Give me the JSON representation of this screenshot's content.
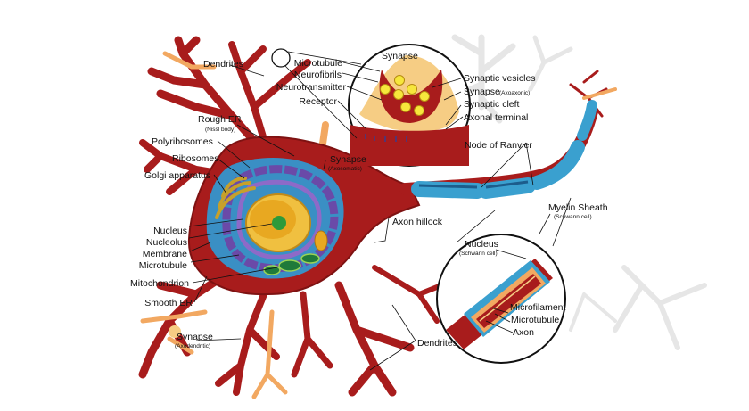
{
  "colors": {
    "background": "#ffffff",
    "cytoplasm": "#a81c1c",
    "cytoplasm_dark": "#7e1212",
    "dendrite_orange": "#f2a861",
    "ghost_neuron": "#e4e4e4",
    "myelin": "#3aa0cf",
    "myelin_dark": "#1c5d8c",
    "nucleus_inner": "#e8a821",
    "nucleolus": "#2e9a3a",
    "er_purple": "#6a4aa8",
    "golgi": "#c7a02a",
    "mito_green": "#1f7a3a",
    "synaptic_orange": "#f6cd84",
    "vesicle_yellow": "#f6e63c"
  },
  "labels": {
    "dendrites_top": "Dendrites",
    "rough_er": "Rough ER",
    "rough_er_sub": "(Nissl body)",
    "polyribosomes": "Polyribosomes",
    "ribosomes": "Ribosomes",
    "golgi": "Golgi apparatus",
    "nucleus": "Nucleus",
    "nucleolus": "Nucleolus",
    "membrane": "Membrane",
    "microtubule_cell": "Microtubule",
    "mitochondrion": "Mitochondrion",
    "smooth_er": "Smooth ER",
    "synapse_axodendritic": "Synapse",
    "synapse_axodendritic_sub": "(Axodendritic)",
    "synapse_axosomatic": "Synapse",
    "synapse_axosomatic_sub": "(Axosomatic)",
    "axon_hillock": "Axon hillock",
    "dendrites_bottom": "Dendrites",
    "microtubule_inset": "Microtubule",
    "neurofibrils": "Neurofibrils",
    "neurotransmitter": "Neurotransmitter",
    "receptor": "Receptor",
    "synapse_inset": "Synapse",
    "synaptic_vesicles": "Synaptic vesicles",
    "synapse_axoaxonic": "Synapse",
    "synapse_axoaxonic_sub": "(Axoaxonic)",
    "synaptic_cleft": "Synaptic cleft",
    "axonal_terminal": "Axonal terminal",
    "node_of_ranvier": "Node of Ranvier",
    "myelin_sheath": "Myelin Sheath",
    "myelin_sheath_sub": "(Schwann cell)",
    "nucleus_schwann": "Nucleus",
    "nucleus_schwann_sub": "(Schwann cell)",
    "microfilament": "Microfilament",
    "microtubule_axon": "Microtubule",
    "axon": "Axon"
  }
}
